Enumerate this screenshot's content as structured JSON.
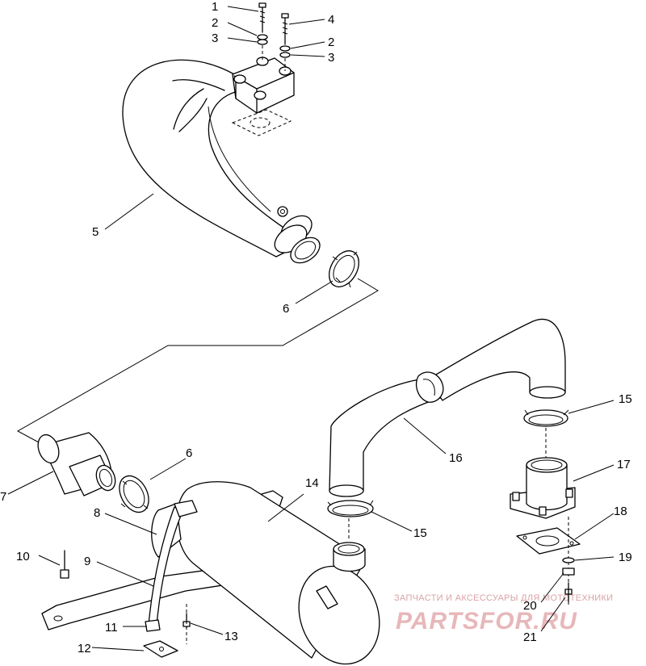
{
  "callouts": [
    {
      "id": "c1",
      "text": "1"
    },
    {
      "id": "c2a",
      "text": "2"
    },
    {
      "id": "c3a",
      "text": "3"
    },
    {
      "id": "c4",
      "text": "4"
    },
    {
      "id": "c2b",
      "text": "2"
    },
    {
      "id": "c3b",
      "text": "3"
    },
    {
      "id": "c5",
      "text": "5"
    },
    {
      "id": "c6a",
      "text": "6"
    },
    {
      "id": "c6b",
      "text": "6"
    },
    {
      "id": "c7",
      "text": "7"
    },
    {
      "id": "c8",
      "text": "8"
    },
    {
      "id": "c9",
      "text": "9"
    },
    {
      "id": "c10",
      "text": "10"
    },
    {
      "id": "c11",
      "text": "11"
    },
    {
      "id": "c12",
      "text": "12"
    },
    {
      "id": "c13",
      "text": "13"
    },
    {
      "id": "c14",
      "text": "14"
    },
    {
      "id": "c15a",
      "text": "15"
    },
    {
      "id": "c15b",
      "text": "15"
    },
    {
      "id": "c16",
      "text": "16"
    },
    {
      "id": "c17",
      "text": "17"
    },
    {
      "id": "c18",
      "text": "18"
    },
    {
      "id": "c19",
      "text": "19"
    },
    {
      "id": "c20",
      "text": "20"
    },
    {
      "id": "c21",
      "text": "21"
    }
  ],
  "watermark": {
    "tagline": "ЗАПЧАСТИ И АКСЕССУАРЫ ДЛЯ МОТОТЕХНИКИ",
    "brand": "PARTSFOR.RU"
  }
}
